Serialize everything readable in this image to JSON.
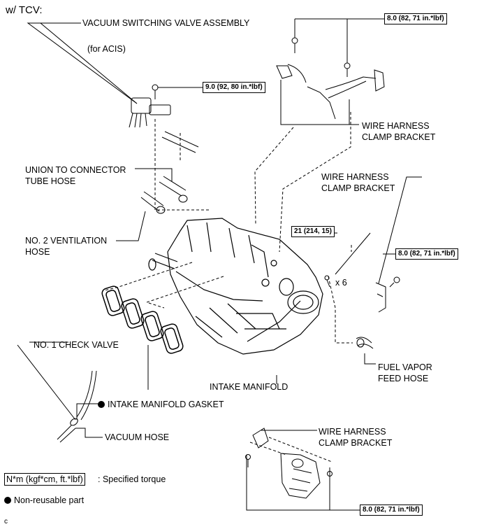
{
  "header": "w/ TCV:",
  "labels": {
    "vsv": "VACUUM SWITCHING VALVE ASSEMBLY",
    "acis": "(for ACIS)",
    "whcb_top": "WIRE HARNESS\nCLAMP BRACKET",
    "whcb_mid": "WIRE HARNESS\nCLAMP BRACKET",
    "whcb_bot": "WIRE HARNESS\nCLAMP BRACKET",
    "union_hose": "UNION TO CONNECTOR\nTUBE HOSE",
    "no2_vent": "NO. 2 VENTILATION\nHOSE",
    "x6": "x 6",
    "no1_check": "NO. 1 CHECK VALVE",
    "gasket": "INTAKE MANIFOLD GASKET",
    "intake": "INTAKE MANIFOLD",
    "fuel_vapor": "FUEL VAPOR\nFEED HOSE",
    "vacuum_hose": "VACUUM HOSE"
  },
  "torques": {
    "t_top_right": "8.0 (82, 71 in.*lbf)",
    "t_vsv": "9.0 (92, 80 in.*lbf)",
    "t_manifold": "21 (214, 15)",
    "t_mid_right": "8.0 (82, 71 in.*lbf)",
    "t_bottom": "8.0 (82, 71 in.*lbf)"
  },
  "legend": {
    "torque_unit": "N*m (kgf*cm, ft.*lbf)",
    "torque_desc": ": Specified torque",
    "nonreusable": "Non-reusable part"
  },
  "footer_code": "c"
}
